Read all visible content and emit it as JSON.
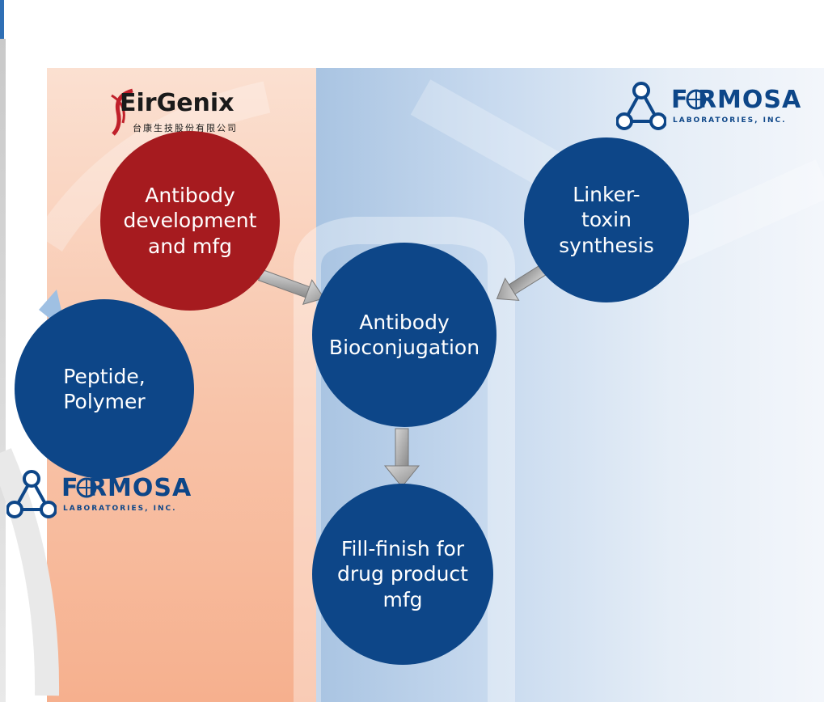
{
  "logos": {
    "eirgenix": {
      "name": "EirGenix",
      "subtitle": "台康生技股份有限公司"
    },
    "formosa_top": {
      "name": "F  RMOSA",
      "subtitle": "LABORATORIES, INC."
    },
    "formosa_bottom": {
      "name": "F  RMOSA",
      "subtitle": "LABORATORIES, INC."
    }
  },
  "nodes": {
    "antibody_dev": "Antibody\ndevelopment\nand mfg",
    "linker_toxin": "Linker-\ntoxin\nsynthesis",
    "peptide": "Peptide,\nPolymer",
    "bioconjugation": "Antibody\nBioconjugation",
    "fill_finish": "Fill-finish for\ndrug product\nmfg"
  },
  "colors": {
    "node_blue": "#0d4688",
    "node_red": "#a61b1f",
    "arrow_gray": "#9a9a9a",
    "panel_left": "#f8c3a8",
    "panel_right": "#c8daef"
  }
}
